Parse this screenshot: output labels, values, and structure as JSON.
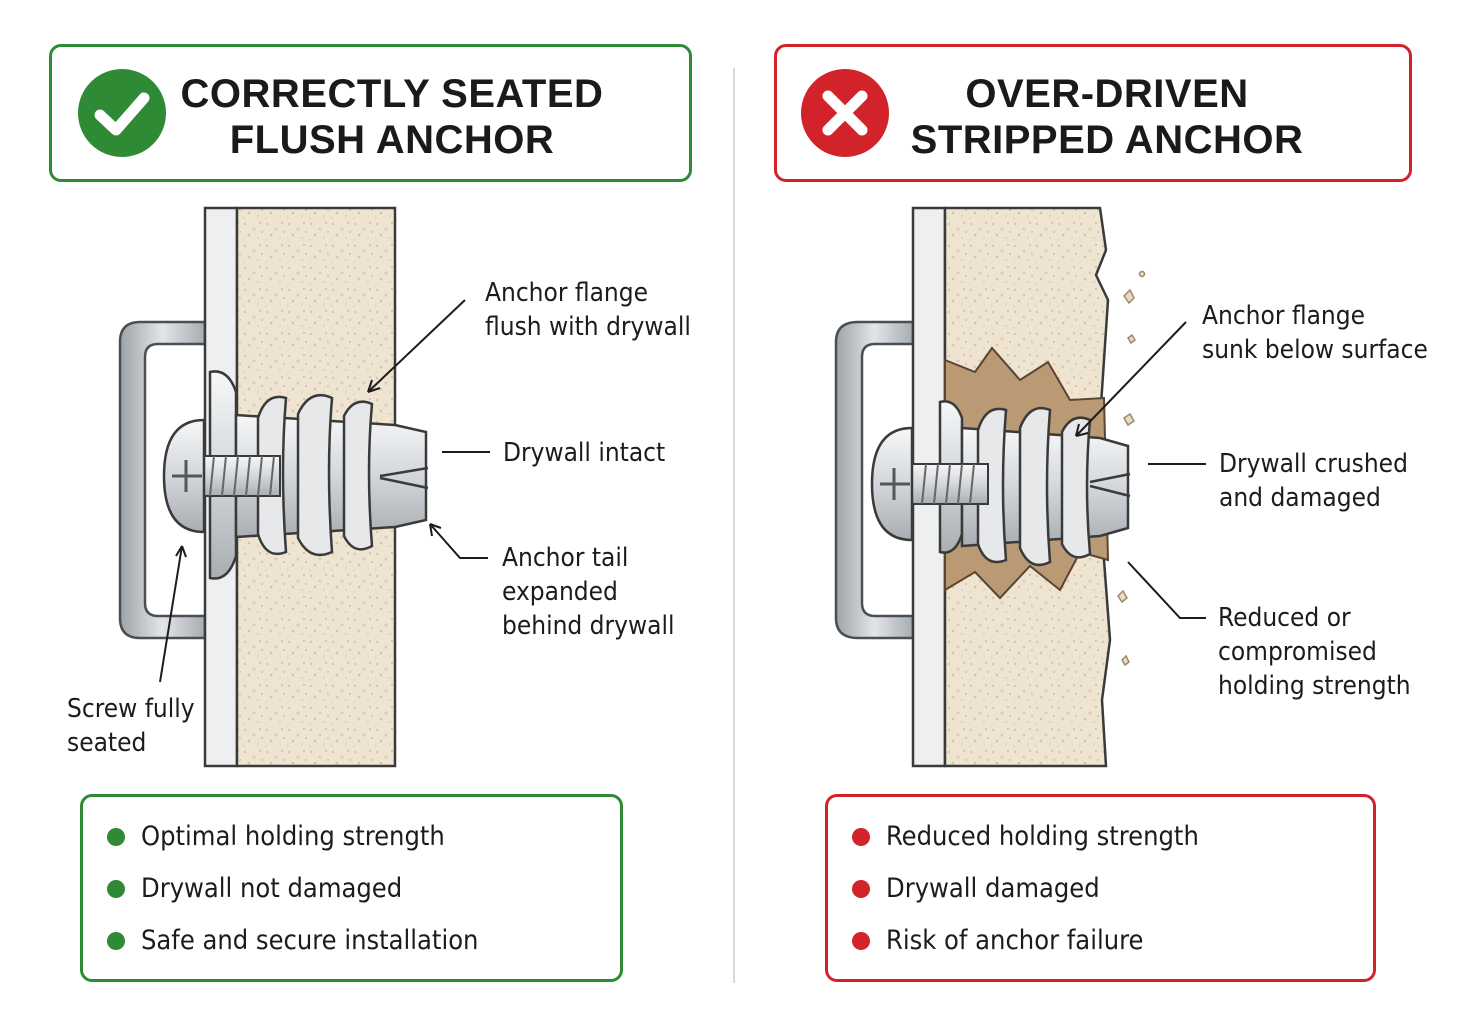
{
  "colors": {
    "good": "#2f8a35",
    "bad": "#d2232a"
  },
  "left": {
    "title_line1": "CORRECTLY SEATED",
    "title_line2": "FLUSH ANCHOR",
    "badge_icon": "check-icon",
    "callouts": {
      "flange": [
        "Anchor flange",
        "flush with drywall"
      ],
      "intact": [
        "Drywall intact"
      ],
      "tail": [
        "Anchor tail",
        "expanded",
        "behind drywall"
      ],
      "screw": [
        "Screw fully",
        "seated"
      ]
    },
    "summary": [
      "Optimal holding strength",
      "Drywall not damaged",
      "Safe and secure installation"
    ]
  },
  "right": {
    "title_line1": "OVER-DRIVEN",
    "title_line2": "STRIPPED ANCHOR",
    "badge_icon": "x-icon",
    "callouts": {
      "flange": [
        "Anchor flange",
        "sunk below surface"
      ],
      "crushed": [
        "Drywall crushed",
        "and damaged"
      ],
      "strength": [
        "Reduced or",
        "compromised",
        "holding strength"
      ]
    },
    "summary": [
      "Reduced holding strength",
      "Drywall damaged",
      "Risk of anchor failure"
    ]
  }
}
